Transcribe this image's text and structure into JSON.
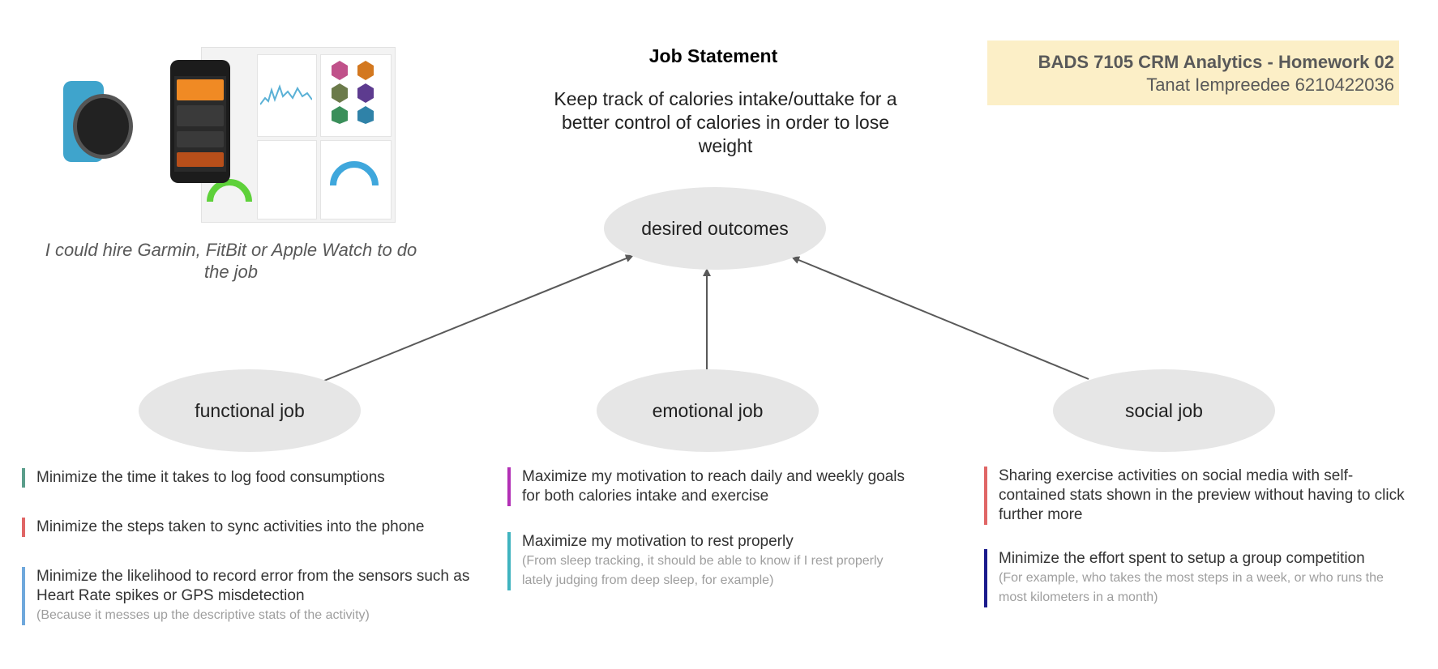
{
  "header": {
    "title": "BADS 7105 CRM Analytics - Homework 02",
    "subtitle": "Tanat Iempreedee 6210422036",
    "background": "#fcefc7"
  },
  "job_statement": {
    "title": "Job Statement",
    "text": "Keep track of calories intake/outtake for a better control of calories in order to lose weight"
  },
  "hire_caption": "I could hire Garmin, FitBit or Apple Watch to do the job",
  "image": {
    "icon": "garmin-watch-and-app-dashboard"
  },
  "nodes": {
    "desired": "desired outcomes",
    "functional": "functional job",
    "emotional": "emotional job",
    "social": "social job"
  },
  "functional_items": [
    {
      "text": "Minimize the time it takes to log food consumptions",
      "note": "",
      "color": "#5b9e8b"
    },
    {
      "text": "Minimize the steps taken to sync activities into the phone",
      "note": "",
      "color": "#e06666"
    },
    {
      "text": "Minimize the likelihood to record error from the sensors such as Heart Rate spikes or GPS misdetection",
      "note": "(Because it messes up the descriptive stats of the activity)",
      "color": "#6fa8dc"
    }
  ],
  "emotional_items": [
    {
      "text": "Maximize my motivation to reach daily and weekly goals for both calories intake and exercise",
      "note": "",
      "color": "#b22fb5"
    },
    {
      "text": "Maximize my motivation to rest properly",
      "note": "(From sleep tracking, it should be able to know if I rest properly lately judging from deep sleep, for example)",
      "color": "#3fb3bf"
    }
  ],
  "social_items": [
    {
      "text": "Sharing exercise activities on social media with self-contained stats shown in the preview without having to click further more",
      "note": "",
      "color": "#e06666"
    },
    {
      "text": "Minimize the effort spent to setup a group competition",
      "note": "(For example, who takes the most steps in a week, or who runs the most kilometers in a month)",
      "color": "#1a1a8c"
    }
  ]
}
